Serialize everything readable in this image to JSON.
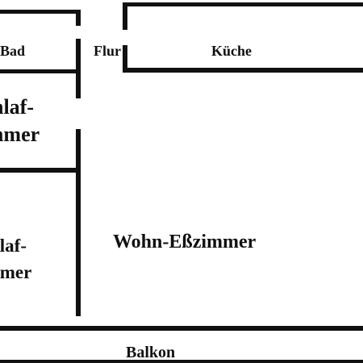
{
  "rooms": {
    "bad": "Bad",
    "flur": "Flur",
    "kueche": "Küche",
    "schlafzimmer_1": [
      "Schlaf-",
      "zimmer"
    ],
    "schlafzimmer_2": [
      "Schlaf-",
      "zimmer"
    ],
    "wohn_esszimmer": "Wohn-Eßzimmer",
    "balkon": "Balkon"
  },
  "colors": {
    "wall": "#111111",
    "background": "#ffffff"
  }
}
